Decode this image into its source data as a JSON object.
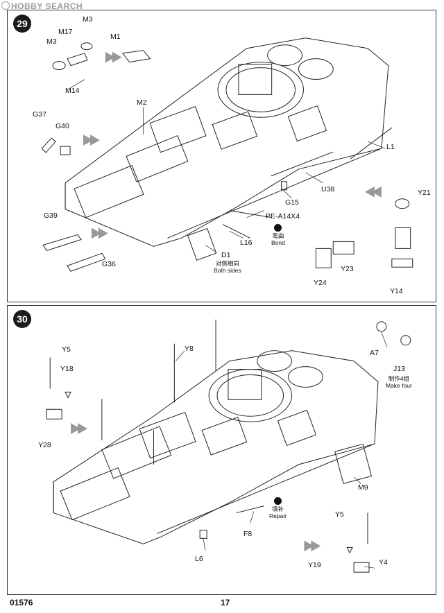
{
  "watermark": "HOBBY SEARCH",
  "footer": {
    "code": "01576",
    "page": "17"
  },
  "step29": {
    "number": "29",
    "labels": {
      "m3a": "M3",
      "m17": "M17",
      "m3b": "M3",
      "m1": "M1",
      "m14": "M14",
      "m2": "M2",
      "g37": "G37",
      "g40": "G40",
      "l1": "L1",
      "u38": "U38",
      "g15": "G15",
      "y21": "Y21",
      "pe": "PE-A14X4",
      "g39": "G39",
      "l16": "L16",
      "g36": "G36",
      "d1": "D1",
      "y23": "Y23",
      "y24": "Y24",
      "y14": "Y14"
    },
    "d1_note": {
      "cn": "对侧相同",
      "en": "Both sides"
    },
    "bend_note": {
      "cn": "弯曲",
      "en": "Bend"
    }
  },
  "step30": {
    "number": "30",
    "labels": {
      "y5a": "Y5",
      "y8": "Y8",
      "y18": "Y18",
      "y28": "Y28",
      "a7": "A7",
      "j13": "J13",
      "m9": "M9",
      "f8": "F8",
      "l6": "L6",
      "y5b": "Y5",
      "y19": "Y19",
      "y4": "Y4"
    },
    "j13_note": {
      "cn": "制作4组",
      "en": "Make four"
    },
    "repair_note": {
      "cn": "填补",
      "en": "Repair"
    }
  }
}
